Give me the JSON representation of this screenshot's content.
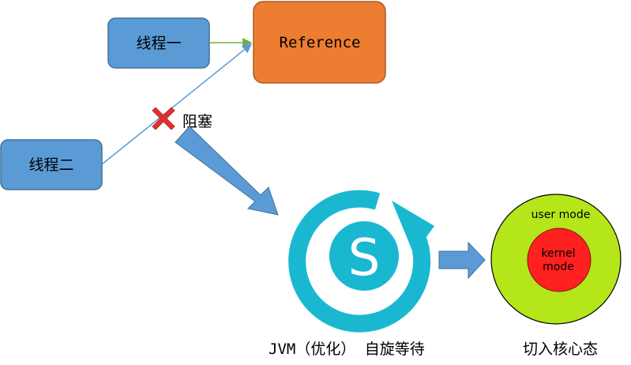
{
  "nodes": {
    "thread_one": "线程一",
    "thread_two": "线程二",
    "reference": "Reference"
  },
  "labels": {
    "blocked": "阻塞",
    "jvm_spin": "JVM（优化） 自旋等待",
    "switch_kernel": "切入核心态"
  },
  "modes": {
    "user_mode": "user mode",
    "kernel_line1": "kernel",
    "kernel_line2": "mode"
  },
  "icons": {
    "spin": "spin-s-icon",
    "blocked_mark": "cross-icon"
  },
  "colors": {
    "thread_box": "#5b9bd5",
    "thread_border": "#41719c",
    "reference_box": "#ed7d31",
    "reference_border": "#ae5a21",
    "arrow_thread_one": "#70ad47",
    "arrow_thread_two": "#5b9bd5",
    "spin_teal": "#1ab8d0",
    "user_mode_green": "#b5e619",
    "kernel_red": "#ff2020",
    "cross_red": "#e0322b"
  }
}
